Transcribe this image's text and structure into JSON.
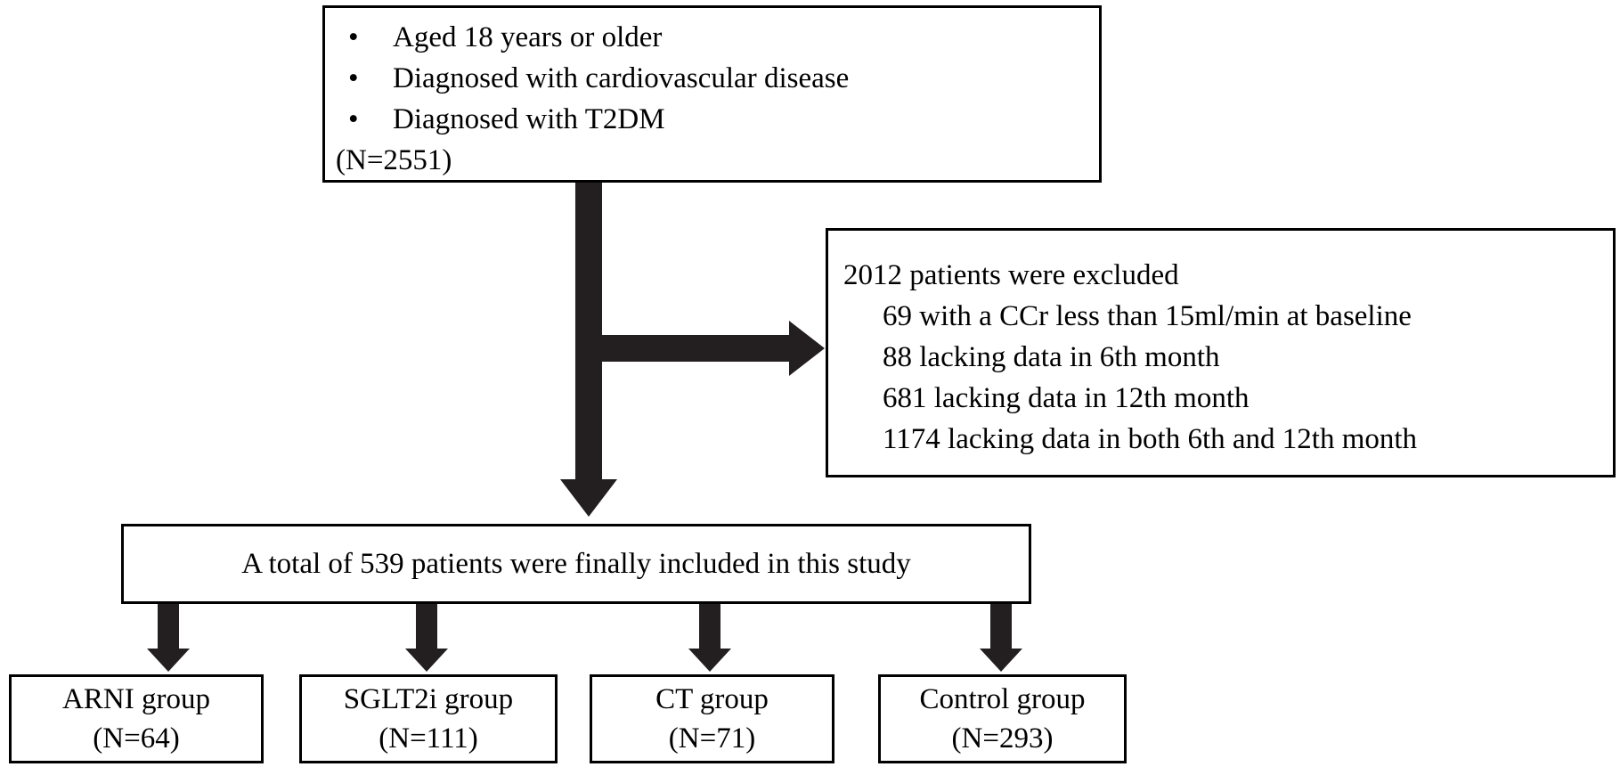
{
  "criteria": {
    "items": [
      "Aged 18 years or older",
      "Diagnosed with cardiovascular disease",
      "Diagnosed with T2DM"
    ],
    "count": "(N=2551)"
  },
  "excluded": {
    "title": "2012 patients were excluded",
    "reasons": [
      "69 with a CCr less than 15ml/min at baseline",
      "88 lacking data in 6th month",
      "681 lacking data in 12th month",
      "1174 lacking data in both 6th and 12th month"
    ]
  },
  "total": {
    "text": "A total of 539 patients were finally included in this study"
  },
  "groups": [
    {
      "name": "ARNI group",
      "count": "(N=64)"
    },
    {
      "name": "SGLT2i group",
      "count": "(N=111)"
    },
    {
      "name": "CT group",
      "count": "(N=71)"
    },
    {
      "name": "Control group",
      "count": "(N=293)"
    }
  ],
  "colors": {
    "arrow": "#231f20",
    "border": "#000000"
  }
}
